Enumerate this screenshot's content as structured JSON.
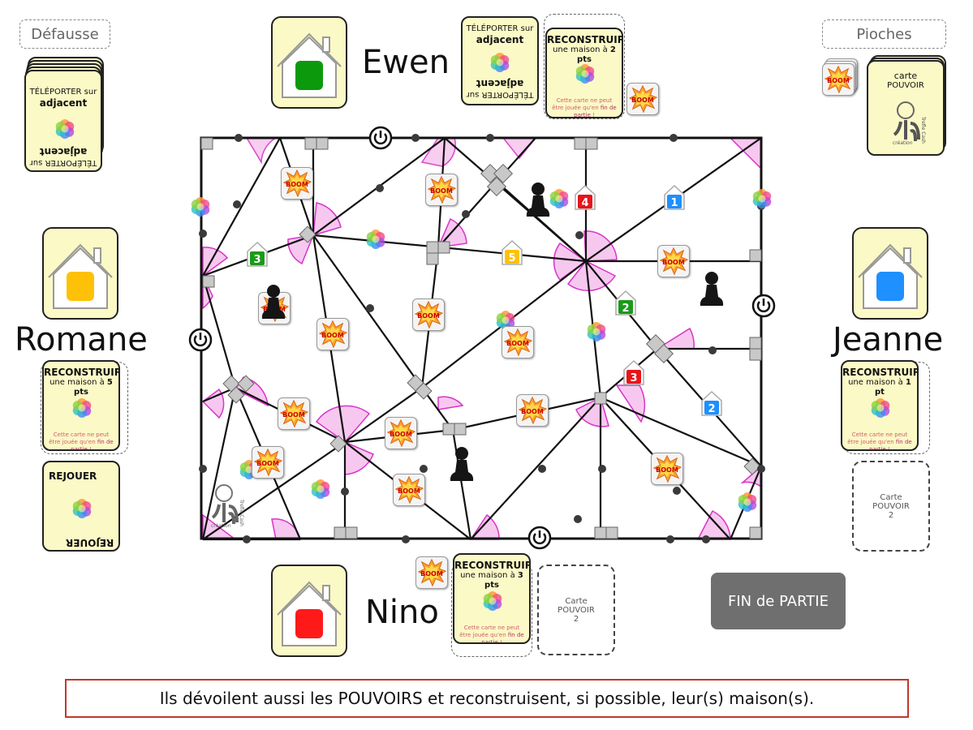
{
  "zones": {
    "discard": "Défausse",
    "draw": "Pioches"
  },
  "players": {
    "top": {
      "name": "Ewen",
      "color": "#0c9a0c"
    },
    "left": {
      "name": "Romane",
      "color": "#ffc107"
    },
    "right": {
      "name": "Jeanne",
      "color": "#1e90ff"
    },
    "bottom": {
      "name": "Nino",
      "color": "#ff1a1a"
    }
  },
  "cards": {
    "teleport": {
      "title": "TÉLÉPORTER",
      "sur": "sur",
      "subtitle": "adjacent"
    },
    "rebuild_ewen": {
      "title": "RECONSTRUIRE",
      "line": "une maison à",
      "pts": "2 pts"
    },
    "rebuild_romane": {
      "title": "RECONSTRUIRE",
      "line": "une maison à",
      "pts": "5 pts"
    },
    "rebuild_jeanne": {
      "title": "RECONSTRUIRE",
      "line": "une maison à",
      "pts": "1 pt"
    },
    "rebuild_nino": {
      "title": "RECONSTRUIRE",
      "line": "une maison à",
      "pts": "3 pts"
    },
    "rebuild_note": {
      "before": "Cette carte ne peut être jouée qu'en",
      "emph": "fin de partie",
      "after": "!"
    },
    "replay": {
      "title": "REJOUER"
    },
    "draw_power": {
      "line1": "carte",
      "line2": "POUVOIR",
      "logo_side": "Trefle Cash",
      "logo_bottom": "création"
    },
    "placeholder_jeanne": {
      "line1": "Carte",
      "line2": "POUVOIR",
      "line3": "2"
    },
    "placeholder_nino": {
      "line1": "Carte",
      "line2": "POUVOIR",
      "line3": "2"
    }
  },
  "board": {
    "boom": "BOOM",
    "houses": [
      {
        "number": "4",
        "color": "#e8141b"
      },
      {
        "number": "1",
        "color": "#1e90ff"
      },
      {
        "number": "3",
        "color": "#1a9a1a"
      },
      {
        "number": "5",
        "color": "#ffc107"
      },
      {
        "number": "2",
        "color": "#1a9a1a"
      },
      {
        "number": "3",
        "color": "#e8141b"
      },
      {
        "number": "2",
        "color": "#1e90ff"
      }
    ]
  },
  "actions": {
    "end_game": "FIN de PARTIE"
  },
  "message": "Ils dévoilent aussi les POUVOIRS et reconstruisent, si possible, leur(s) maison(s)."
}
